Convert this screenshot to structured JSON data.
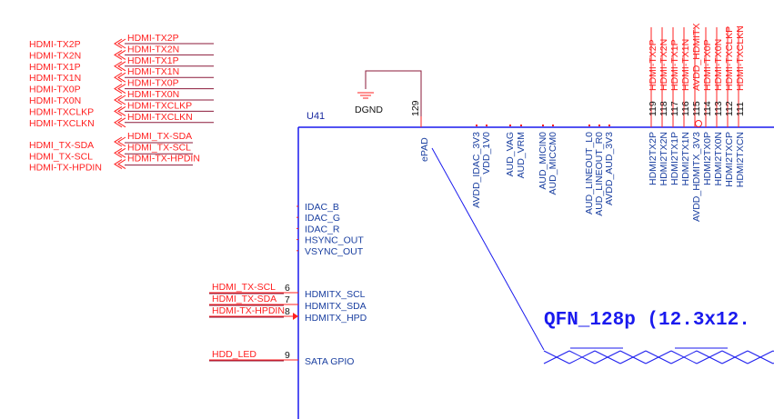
{
  "title": "U41 schematic symbol - HDMI TX section",
  "colors": {
    "net": "#ff2020",
    "wire": "#8b1a3a",
    "body": "#1a1aee",
    "pin_text": "#1a3fa0"
  },
  "offpage_labels": [
    "HDMI-TX2P",
    "HDMI-TX2N",
    "HDMI-TX1P",
    "HDMI-TX1N",
    "HDMI-TX0P",
    "HDMI-TX0N",
    "HDMI-TXCLKP",
    "HDMI-TXCLKN"
  ],
  "offpage_labels2": [
    "HDMI_TX-SDA",
    "HDMI_TX-SCL",
    "HDMI-TX-HPDIN"
  ],
  "flag_labels": [
    "HDMI-TX2P",
    "HDMI-TX2N",
    "HDMI-TX1P",
    "HDMI-TX1N",
    "HDMI-TX0P",
    "HDMI-TX0N",
    "HDMI-TXCLKP",
    "HDMI-TXCLKN"
  ],
  "flag_labels2": [
    "HDMI_TX-SDA",
    "HDMI_TX-SCL",
    "HDMI-TX-HPDIN"
  ],
  "component": {
    "ref": "U41",
    "ground": "DGND",
    "epad_pin": "129",
    "epad_name": "ePAD",
    "package": "QFN_128p (12.3x12.",
    "top_pins_unconnected": [
      "AVDD_IDAC_3V3",
      "VDD_1V0",
      "AUD_VAG",
      "AUD_VRM",
      "AUD_MICIN0",
      "AUD_MICCM0",
      "AUD_LINEOUT_L0",
      "AUD_LINEOUT_R0",
      "AVDD_AUD_3V3"
    ],
    "top_pins": [
      {
        "num": "119",
        "name": "HDMI2TX2P",
        "net": "HDMI-TX2P"
      },
      {
        "num": "118",
        "name": "HDMI2TX2N",
        "net": "HDMI-TX2N"
      },
      {
        "num": "117",
        "name": "HDMI2TX1P",
        "net": "HDMI-TX1P"
      },
      {
        "num": "116",
        "name": "HDMI2TX1N",
        "net": "HDMI-TX1N"
      },
      {
        "num": "115",
        "name": "AVDD_HDMITX_3V3",
        "net": "AVDD_HDMITX"
      },
      {
        "num": "114",
        "name": "HDMI2TX0P",
        "net": "HDMI-TX0P"
      },
      {
        "num": "113",
        "name": "HDMI2TX0N",
        "net": "HDMI-TX0N"
      },
      {
        "num": "112",
        "name": "HDMI2TXCP",
        "net": "HDMI-TXCLKP"
      },
      {
        "num": "111",
        "name": "HDMI2TXCN",
        "net": "HDMI-TXCLKN"
      }
    ],
    "left_pins_unconnected": [
      "IDAC_B",
      "IDAC_G",
      "IDAC_R",
      "HSYNC_OUT",
      "VSYNC_OUT"
    ],
    "left_pins": [
      {
        "num": "6",
        "name": "HDMITX_SCL",
        "net": "HDMI_TX-SCL"
      },
      {
        "num": "7",
        "name": "HDMITX_SDA",
        "net": "HDMI_TX-SDA"
      },
      {
        "num": "8",
        "name": "HDMITX_HPD",
        "net": "HDMI-TX-HPDIN"
      },
      {
        "num": "9",
        "name": "SATA_GPIO",
        "net": "HDD_LED"
      }
    ]
  }
}
